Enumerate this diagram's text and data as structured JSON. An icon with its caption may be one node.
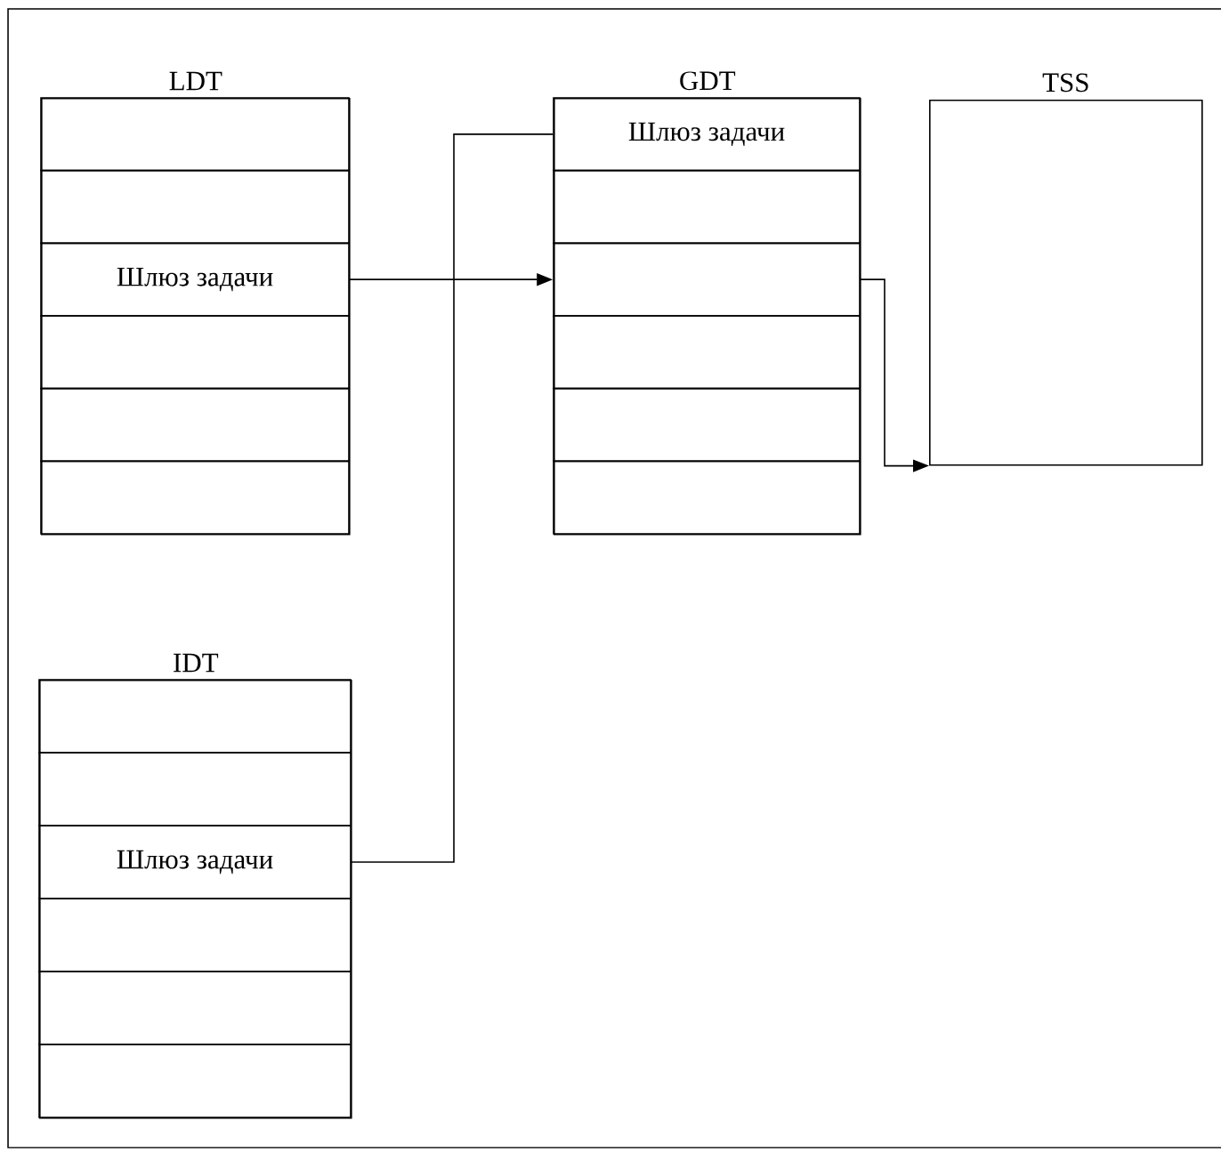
{
  "diagram": {
    "nodes": [
      {
        "text": [
          "LDT"
        ]
      },
      {
        "text": [],
        "shape": "box",
        "in": 0
      },
      {
        "text": [],
        "shape": "box",
        "in": 0
      },
      {
        "text": [
          "Шлюз задачи"
        ],
        "in": 0
      },
      {
        "text": [],
        "shape": "box",
        "in": 0
      },
      {
        "text": [],
        "shape": "box",
        "in": 0
      },
      {
        "text": [],
        "shape": "box",
        "in": 0
      },
      {
        "text": [
          "GDT"
        ]
      },
      {
        "text": [
          "Шлюз задачи"
        ],
        "in": 7
      },
      {
        "text": [],
        "shape": "box",
        "in": 7
      },
      {
        "text": [],
        "shape": "box",
        "in": 7
      },
      {
        "text": [],
        "shape": "box",
        "in": 7
      },
      {
        "text": [],
        "shape": "box",
        "in": 7
      },
      {
        "text": [],
        "shape": "box",
        "in": 7
      },
      {
        "text": [
          "TSS"
        ]
      },
      {
        "text": [
          "IDT"
        ]
      },
      {
        "text": [],
        "shape": "box",
        "in": 15
      },
      {
        "text": [],
        "shape": "box",
        "in": 15
      },
      {
        "text": [
          "Шлюз задачи"
        ],
        "in": 15
      },
      {
        "text": [],
        "shape": "box",
        "in": 15
      },
      {
        "text": [],
        "shape": "box",
        "in": 15
      },
      {
        "text": [],
        "shape": "box",
        "in": 15
      }
    ],
    "edges": [
      {
        "from": 3,
        "to": 10,
        "arrow": "to"
      },
      {
        "from": 18,
        "to": 8,
        "arrow": "none"
      },
      {
        "from": 10,
        "to": 14,
        "arrow": "to"
      }
    ]
  }
}
